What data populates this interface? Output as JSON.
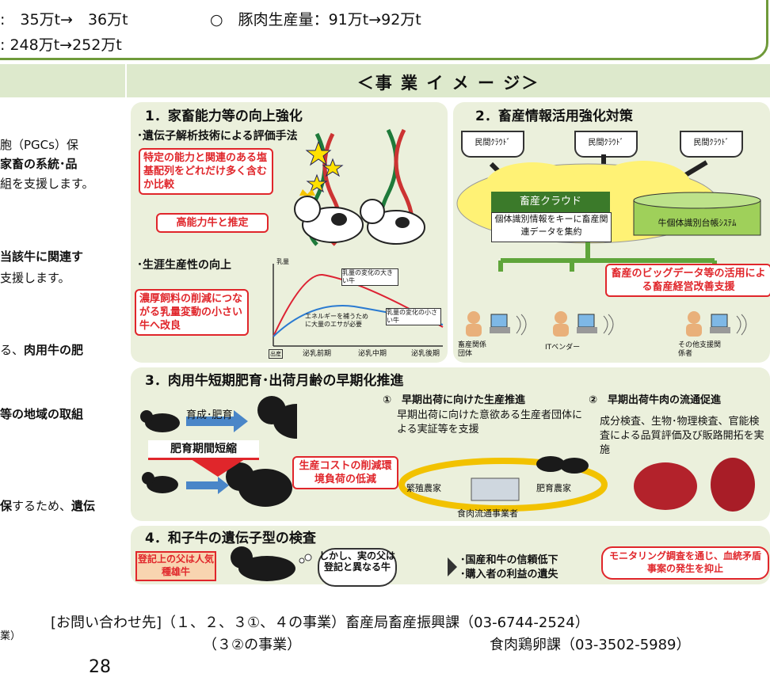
{
  "top": {
    "line1_a": ":　35万t→　36万t",
    "line1_b": "○　豚肉生産量：91万t→92万t",
    "line2": ": 248万t→252万t"
  },
  "header": {
    "title": "＜事 業 イ メ ー ジ＞"
  },
  "left_text": [
    {
      "pre": "胞（PGCs）保",
      "bold": "",
      "post": ""
    },
    {
      "pre": "",
      "bold": "家畜の系統･品",
      "post": ""
    },
    {
      "pre": "組を支援します。",
      "bold": "",
      "post": ""
    },
    {
      "pre": "",
      "bold": "当該牛に関連す",
      "post": ""
    },
    {
      "pre": "支援します。",
      "bold": "",
      "post": ""
    },
    {
      "pre": "る、",
      "bold": "肉用牛の肥",
      "post": ""
    },
    {
      "pre": "",
      "bold": "等の地域の取組",
      "post": ""
    },
    {
      "pre": "",
      "bold": "保",
      "post": "するため、",
      "bold2": "遺伝"
    }
  ],
  "panel1": {
    "title": "1．家畜能力等の向上強化",
    "sub1": "･遺伝子解析技術による評価手法",
    "red1": "特定の能力と関連のある塩基配列をどれだけ多く含むか比較",
    "red2": "高能力牛と推定",
    "sub2": "･生涯生産性の向上",
    "red3": "濃厚飼料の削減につながる乳量変動の小さい牛へ改良",
    "chart": {
      "ylabel": "乳量",
      "label_big": "乳量の変化の大きい牛",
      "label_small": "乳量の変化の小さい牛",
      "label_energy": "エネルギーを補うために大量のエサが必要",
      "x_birth": "出産",
      "x1": "泌乳前期",
      "x2": "泌乳中期",
      "x3": "泌乳後期"
    }
  },
  "panel2": {
    "title": "2．畜産情報活用強化対策",
    "cloud_private": [
      "民間ｸﾗｳﾄﾞ",
      "民間ｸﾗｳﾄﾞ",
      "民間ｸﾗｳﾄﾞ"
    ],
    "cloud_main_title": "畜産クラウド",
    "cloud_main_body": "個体識別情報をキーに畜産関連データを集約",
    "db_label": "牛個体識別台帳ｼｽﾃﾑ",
    "red": "畜産のビッグデータ等の活用による畜産経営改善支援",
    "users": [
      "畜産関係団体",
      "ITベンダー",
      "その他支援関係者"
    ]
  },
  "panel3": {
    "title": "3．肉用牛短期肥育･出荷月齢の早期化推進",
    "label_ikusei": "育成･肥育",
    "label_short": "肥育期間短縮",
    "red": "生産コストの削減環境負荷の低減",
    "h1": "①　早期出荷に向けた生産推進",
    "d1": "早期出荷に向けた意欲ある生産者団体による実証等を支援",
    "h2": "②　早期出荷牛肉の流通促進",
    "d2": "成分検査、生物･物理検査、官能検査による品質評価及び販路開拓を実施",
    "farm1": "繁殖農家",
    "farm2": "肥育農家",
    "farm3": "食肉流通事業者"
  },
  "panel4": {
    "title": "4．和子牛の遺伝子型の検査",
    "sign": "登記上の父は人気種雄牛",
    "bubble": "しかし、実の父は登記と異なる牛",
    "result1": "･国産和牛の信頼低下",
    "result2": "･購入者の利益の遺失",
    "red": "モニタリング調査を通じ、血統矛盾事案の発生を抑止"
  },
  "footer": {
    "left": "業）",
    "page": "28",
    "contact1_a": "[お問い合わせ先]（１、２、３①、４の事業）畜産局畜産振興課（03-6744-2524）",
    "contact2_a": "（３②の事業）",
    "contact2_b": "食肉鶏卵課（03-3502-5989）"
  },
  "colors": {
    "green_border": "#6f9a3a",
    "panel_bg": "#ebf0dc",
    "red": "#e0262b",
    "yellow_cloud": "#fff275"
  }
}
